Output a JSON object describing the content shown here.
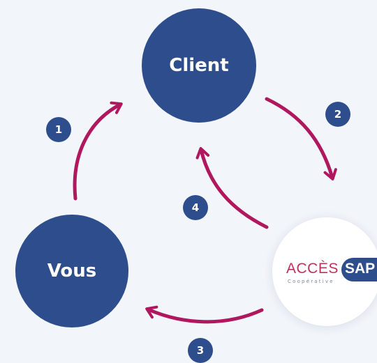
{
  "nodes": {
    "client": "Client",
    "vous": "Vous",
    "acces": {
      "logo_text": "ACCÈS",
      "logo_sap": "SAP",
      "logo_sub": "Coopérative"
    }
  },
  "steps": [
    "1",
    "2",
    "3",
    "4"
  ],
  "colors": {
    "background": "#f2f5fa",
    "node": "#2e4d8c",
    "arrow": "#b0175e",
    "logo_accent": "#c0325e"
  }
}
